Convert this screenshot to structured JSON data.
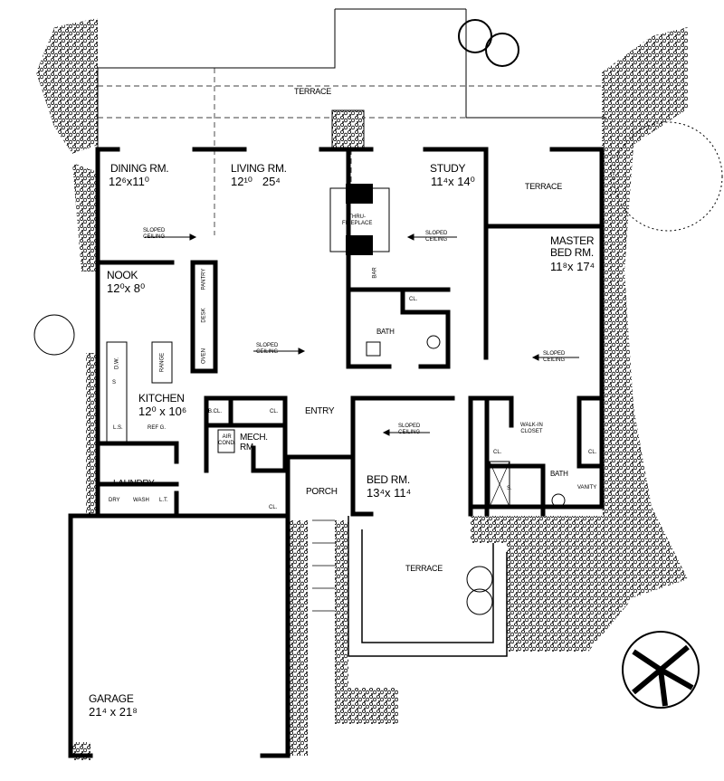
{
  "rooms": {
    "dining": {
      "name": "DINING RM.",
      "size": "12⁶x11⁰"
    },
    "living": {
      "name": "LIVING RM.",
      "size": "12¹⁰   25⁴"
    },
    "study": {
      "name": "STUDY",
      "size": "11⁴x 14⁰"
    },
    "master": {
      "name": "MASTER\nBED RM.",
      "size": "11⁸x 17⁴"
    },
    "nook": {
      "name": "NOOK",
      "size": "12⁰x 8⁰"
    },
    "kitchen": {
      "name": "KITCHEN",
      "size": "12⁰ x 10⁶"
    },
    "bed": {
      "name": "BED RM.",
      "size": "13⁴x 11⁴"
    },
    "garage": {
      "name": "GARAGE",
      "size": "21⁴ x 21⁸"
    },
    "laundry": {
      "name": "LAUNDRY"
    },
    "mech": {
      "name": "MECH.\nRM."
    },
    "entry": {
      "name": "ENTRY"
    },
    "porch": {
      "name": "PORCH"
    },
    "bath1": {
      "name": "BATH"
    },
    "bath2": {
      "name": "BATH"
    },
    "terrace_top": {
      "name": "TERRACE"
    },
    "terrace_right": {
      "name": "TERRACE"
    },
    "terrace_bottom": {
      "name": "TERRACE"
    }
  },
  "fixtures": {
    "sloped_ceiling": "SLOPED\nCEILING",
    "fireplace": "THRU-\nFIREPLACE",
    "pantry": "PANTRY",
    "desk": "DESK",
    "oven": "OVEN",
    "range": "RANGE",
    "dw": "D.W.",
    "sink": "S",
    "ls": "L.S.",
    "refg": "REF G.",
    "bcl": "B.CL.",
    "cl": "CL.",
    "air_cond": "AIR\nCOND.",
    "dry": "DRY",
    "wash": "WASH",
    "lt": "L.T.",
    "walk_in": "WALK-IN\nCLOSET",
    "vanity": "VANITY",
    "shower": "S.",
    "bar": "BAR"
  }
}
